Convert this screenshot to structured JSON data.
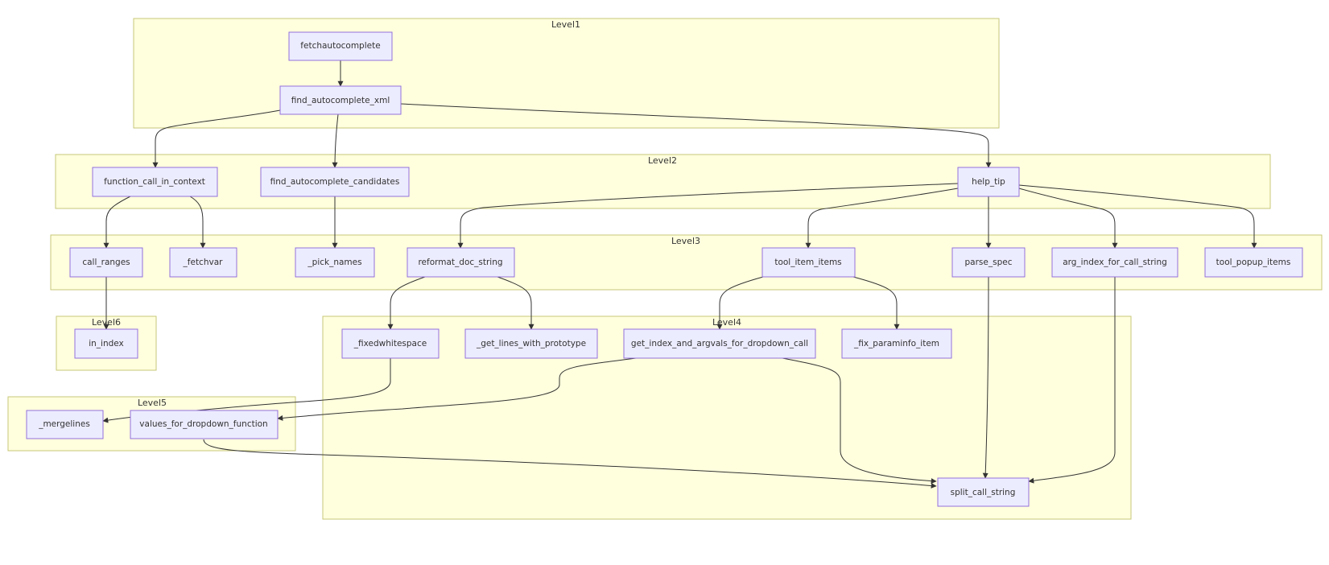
{
  "clusters": [
    {
      "id": "level1",
      "label": "Level1"
    },
    {
      "id": "level2",
      "label": "Level2"
    },
    {
      "id": "level3",
      "label": "Level3"
    },
    {
      "id": "level6",
      "label": "Level6"
    },
    {
      "id": "level4",
      "label": "Level4"
    },
    {
      "id": "level5",
      "label": "Level5"
    }
  ],
  "nodes": {
    "fetchautocomplete": "fetchautocomplete",
    "find_autocomplete_xml": "find_autocomplete_xml",
    "function_call_in_context": "function_call_in_context",
    "find_autocomplete_candidates": "find_autocomplete_candidates",
    "help_tip": "help_tip",
    "call_ranges": "call_ranges",
    "fetchvar": "_fetchvar",
    "pick_names": "_pick_names",
    "reformat_doc_string": "reformat_doc_string",
    "tool_item_items": "tool_item_items",
    "parse_spec": "parse_spec",
    "arg_index_for_call_string": "arg_index_for_call_string",
    "tool_popup_items": "tool_popup_items",
    "in_index": "in_index",
    "fixedwhitespace": "_fixedwhitespace",
    "get_lines_with_prototype": "_get_lines_with_prototype",
    "get_index_and_argvals_for_dropdown_call": "get_index_and_argvals_for_dropdown_call",
    "fix_paraminfo_item": "_fix_paraminfo_item",
    "mergelines": "_mergelines",
    "values_for_dropdown_function": "values_for_dropdown_function",
    "split_call_string": "split_call_string"
  },
  "edges": [
    [
      "fetchautocomplete",
      "find_autocomplete_xml"
    ],
    [
      "find_autocomplete_xml",
      "function_call_in_context"
    ],
    [
      "find_autocomplete_xml",
      "find_autocomplete_candidates"
    ],
    [
      "find_autocomplete_xml",
      "help_tip"
    ],
    [
      "function_call_in_context",
      "call_ranges"
    ],
    [
      "function_call_in_context",
      "fetchvar"
    ],
    [
      "find_autocomplete_candidates",
      "pick_names"
    ],
    [
      "help_tip",
      "reformat_doc_string"
    ],
    [
      "help_tip",
      "tool_item_items"
    ],
    [
      "help_tip",
      "parse_spec"
    ],
    [
      "help_tip",
      "arg_index_for_call_string"
    ],
    [
      "help_tip",
      "tool_popup_items"
    ],
    [
      "call_ranges",
      "in_index"
    ],
    [
      "reformat_doc_string",
      "fixedwhitespace"
    ],
    [
      "reformat_doc_string",
      "get_lines_with_prototype"
    ],
    [
      "tool_item_items",
      "get_index_and_argvals_for_dropdown_call"
    ],
    [
      "tool_item_items",
      "fix_paraminfo_item"
    ],
    [
      "parse_spec",
      "split_call_string"
    ],
    [
      "arg_index_for_call_string",
      "split_call_string"
    ],
    [
      "fixedwhitespace",
      "mergelines"
    ],
    [
      "get_index_and_argvals_for_dropdown_call",
      "values_for_dropdown_function"
    ],
    [
      "get_index_and_argvals_for_dropdown_call",
      "split_call_string"
    ],
    [
      "values_for_dropdown_function",
      "split_call_string"
    ]
  ]
}
